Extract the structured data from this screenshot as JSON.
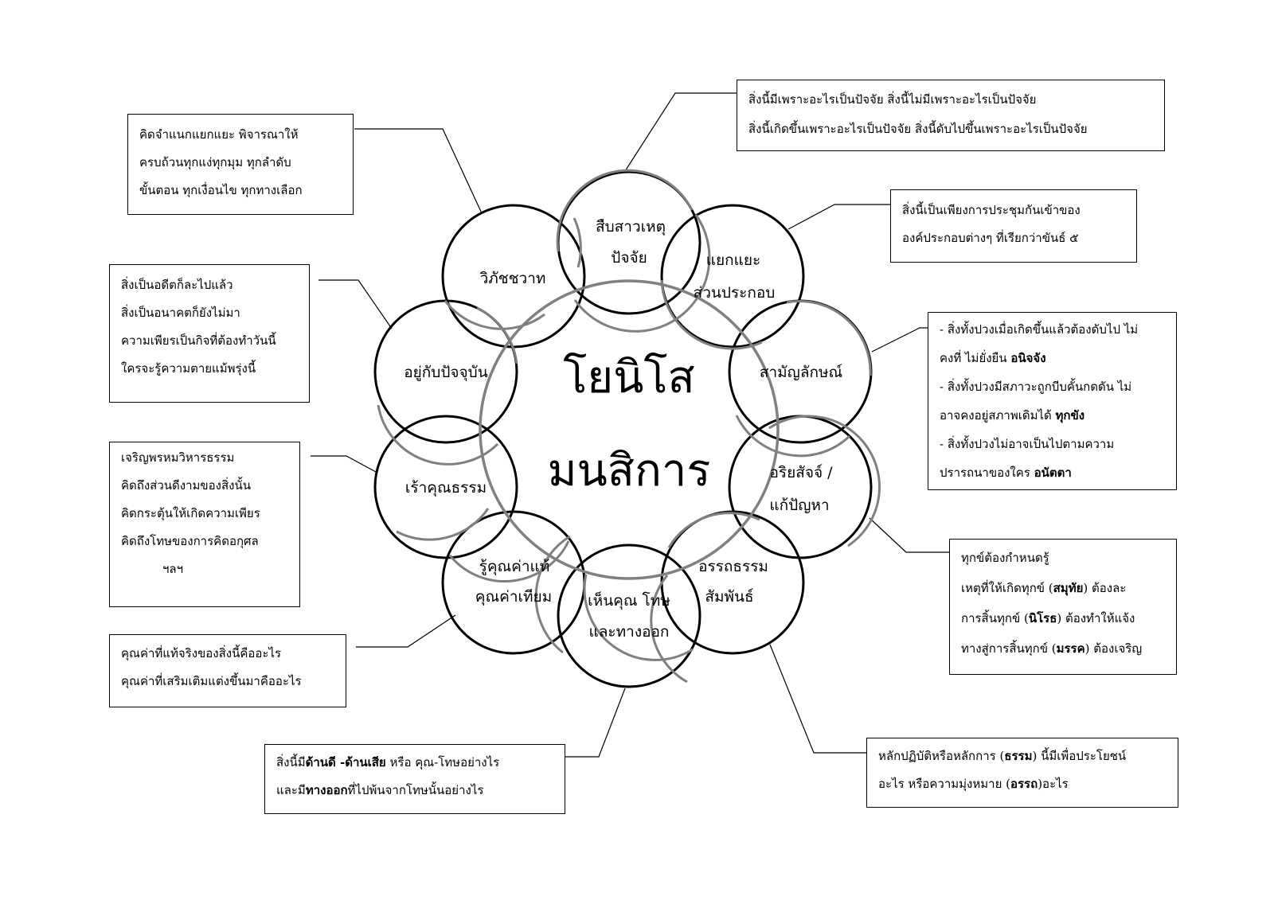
{
  "center": {
    "line1": "โยนิโส",
    "line2": "มนสิการ"
  },
  "circles": [
    {
      "lines": [
        "สืบสาวเหตุ",
        "ปัจจัย"
      ]
    },
    {
      "lines": [
        "แยกแยะ",
        "ส่วนประกอบ"
      ]
    },
    {
      "lines": [
        "สามัญลักษณ์"
      ]
    },
    {
      "lines": [
        "อริยสัจจ์ /",
        "แก้ปัญหา"
      ]
    },
    {
      "lines": [
        "อรรถธรรม",
        "สัมพันธ์"
      ]
    },
    {
      "lines": [
        "เห็นคุณ โทษ",
        "และทางออก"
      ]
    },
    {
      "lines": [
        "รู้คุณค่าแท้",
        "คุณค่าเทียม"
      ]
    },
    {
      "lines": [
        "เร้าคุณธรรม"
      ]
    },
    {
      "lines": [
        "อยู่กับปัจจุบัน"
      ]
    },
    {
      "lines": [
        "วิภัชชวาท"
      ]
    }
  ],
  "boxes": {
    "top_causes": [
      "สิ่งนี้มีเพราะอะไรเป็นปัจจัย สิ่งนี้ไม่มีเพราะอะไรเป็นปัจจัย",
      "สิ่งนี้เกิดขึ้นเพราะอะไรเป็นปัจจัย  สิ่งนี้ดับไปขึ้นเพราะอะไรเป็นปัจจัย"
    ],
    "khandha": [
      "สิ่งนี้เป็นเพียงการประชุมกันเข้าของ",
      "องค์ประกอบต่างๆ ที่เรียกว่าขันธ์ ๕"
    ],
    "analysis": [
      "คิดจำแนกแยกแยะ พิจารณาให้",
      "ครบถ้วนทุกแง่ทุกมุม ทุกลำดับ",
      "ขั้นตอน ทุกเงื่อนไข ทุกทางเลือก"
    ],
    "present": [
      "สิ่งเป็นอดีตก็ละไปแล้ว",
      "สิ่งเป็นอนาคตก็ยังไม่มา",
      "ความเพียรเป็นกิจที่ต้องทำวันนี้",
      "ใครจะรู้ความตายแม้พรุ่งนี้"
    ],
    "characteristics": {
      "l1": "- สิ่งทั้งปวงเมื่อเกิดขึ้นแล้วต้องดับไป ไม่",
      "l2": "คงที่ ไม่ยั่งยืน ",
      "l2b": "อนิจจัง",
      "l3": "- สิ่งทั้งปวงมีสภาวะถูกบีบคั้นกดดัน ไม่",
      "l4": "อาจคงอยู่สภาพเดิมได้ ",
      "l4b": "ทุกขัง",
      "l5": "- สิ่งทั้งปวงไม่อาจเป็นไปตามความ",
      "l6": "ปรารถนาของใคร ",
      "l6b": "อนัตตา"
    },
    "virtue": [
      "เจริญพรหมวิหารธรรม",
      "คิดถึงส่วนดีงามของสิ่งนั้น",
      "คิดกระตุ้นให้เกิดความเพียร",
      "คิดถึงโทษของการคิดอกุศล",
      "ฯลฯ"
    ],
    "truths": {
      "l1": "ทุกข์ต้องกำหนดรู้",
      "l2a": "เหตุที่ให้เกิดทุกข์ (",
      "l2b": "สมุทัย",
      "l2c": ") ต้องละ",
      "l3a": "การสิ้นทุกข์ (",
      "l3b": "นิโรธ",
      "l3c": ") ต้องทำให้แจ้ง",
      "l4a": "ทางสู่การสิ้นทุกข์ (",
      "l4b": "มรรค",
      "l4c": ") ต้องเจริญ"
    },
    "value": [
      "คุณค่าที่แท้จริงของสิ่งนี้คืออะไร",
      "คุณค่าที่เสริมเติมแต่งขึ้นมาคืออะไร"
    ],
    "pros_cons": {
      "l1a": "สิ่งนี้มี",
      "l1b": "ด้านดี -ด้านเสีย",
      "l1c": " หรือ คุณ-โทษอย่างไร",
      "l2a": "และมี",
      "l2b": "ทางออก",
      "l2c": "ที่ไปพ้นจากโทษนั้นอย่างไร"
    },
    "purpose": {
      "l1a": "หลักปฏิบัติหรือหลักการ (",
      "l1b": "ธรรม",
      "l1c": ") นี้มีเพื่อประโยชน์",
      "l2a": "อะไร หรือความมุ่งหมาย (",
      "l2b": "อรรถ",
      "l2c": ")อะไร"
    }
  }
}
